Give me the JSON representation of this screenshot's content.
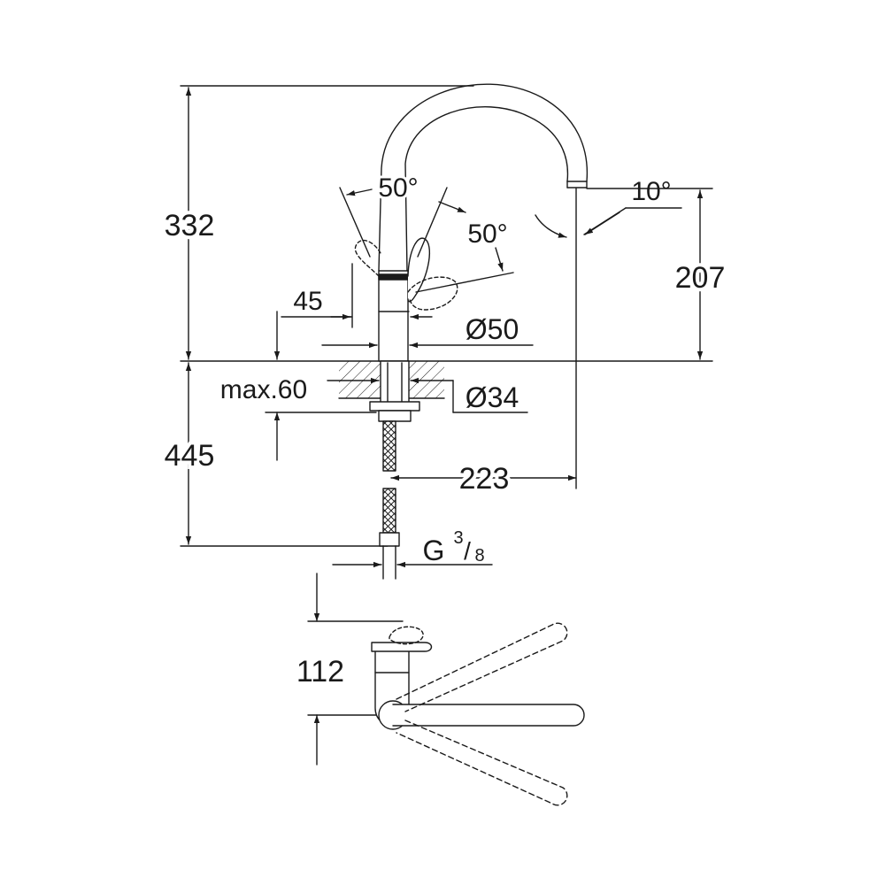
{
  "drawing": {
    "line_color": "#1a1a1a",
    "background": "#ffffff",
    "dimensions": {
      "total_height_above": "332",
      "spout_outlet_height": "207",
      "below_counter": "445",
      "spout_reach": "223",
      "lever_swing_front": "50°",
      "lever_swing_side": "50°",
      "spout_angle": "10°",
      "lever_offset": "45",
      "body_diameter": "Ø50",
      "max_counter_thickness": "max.60",
      "hole_diameter": "Ø34",
      "connection_thread": "G",
      "connection_thread_num": "3",
      "connection_thread_den": "8",
      "top_view_depth": "112"
    }
  }
}
